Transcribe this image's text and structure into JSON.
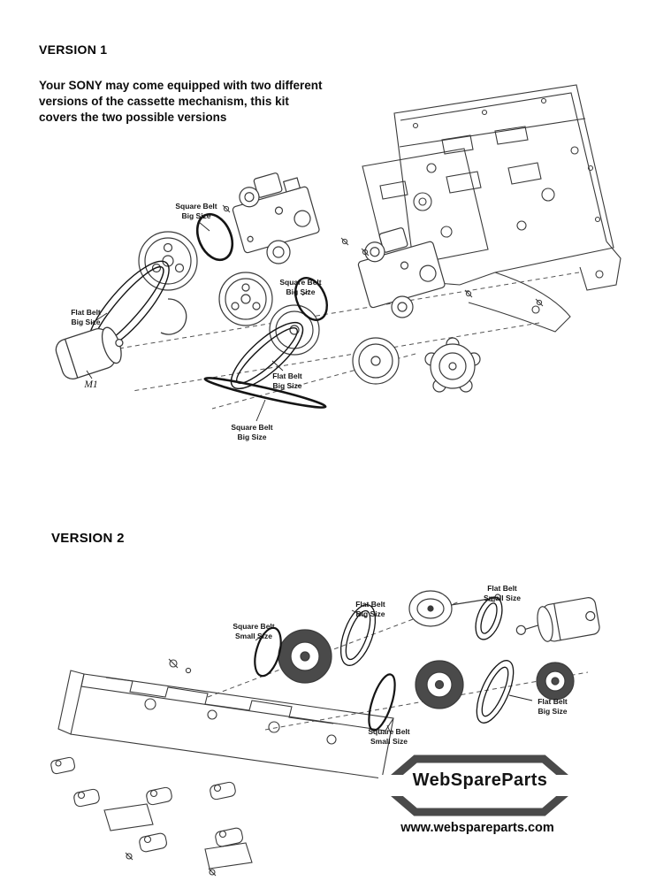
{
  "version1": {
    "heading": "VERSION 1",
    "intro": "Your SONY may come equipped with two different versions of the cassette mechanism, this kit covers the two possible versions",
    "labels": {
      "square_belt_1": "Square Belt\nBig Size",
      "flat_belt_1": "Flat Belt\nBig Size",
      "square_belt_2": "Square Belt\nBig Size",
      "flat_belt_2": "Flat Belt\nBig Size",
      "square_belt_3": "Square Belt\nBig Size",
      "motor": "M1"
    }
  },
  "version2": {
    "heading": "VERSION 2",
    "labels": {
      "square_belt_small_1": "Square Belt\nSmall Size",
      "flat_belt_big_1": "Flat Belt\nBig Size",
      "flat_belt_small": "Flat Belt\nSmall Size",
      "square_belt_small_2": "Square Belt\nSmall Size",
      "flat_belt_big_2": "Flat Belt\nBig Size"
    }
  },
  "footer": {
    "brand": "WebSpareParts",
    "url": "www.webspareparts.com"
  },
  "colors": {
    "line": "#3a3a3a",
    "belt": "#141414"
  }
}
